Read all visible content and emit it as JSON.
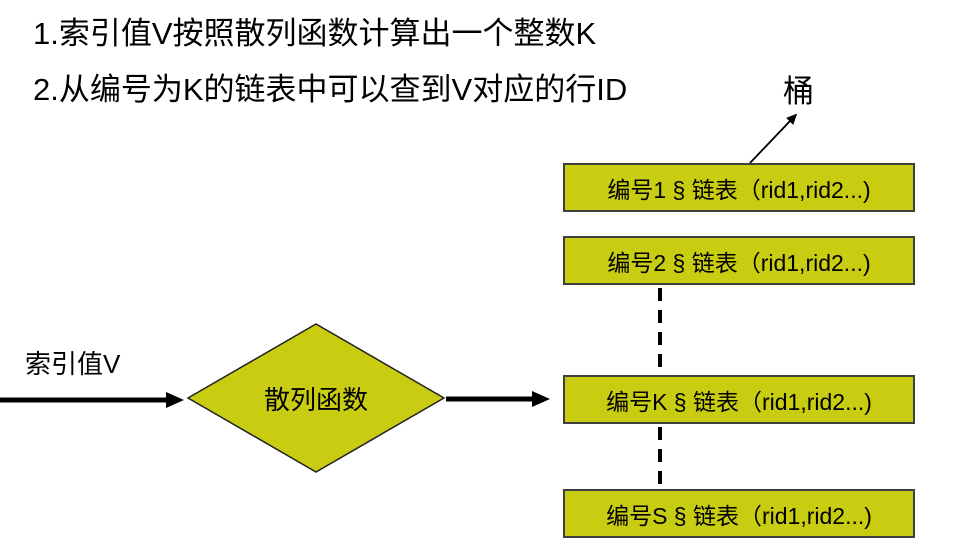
{
  "notes": {
    "line1": "1.索引值V按照散列函数计算出一个整数K",
    "line2": "2.从编号为K的链表中可以查到V对应的行ID"
  },
  "labels": {
    "bucket": "桶",
    "index_value": "索引值V",
    "hash_function": "散列函数"
  },
  "buckets": [
    {
      "label": "编号1 § 链表（rid1,rid2...)"
    },
    {
      "label": "编号2 § 链表（rid1,rid2...)"
    },
    {
      "label": "编号K § 链表（rid1,rid2...)"
    },
    {
      "label": "编号S § 链表（rid1,rid2...)"
    }
  ],
  "colors": {
    "shape_fill": "#c9cd11",
    "shape_border": "#3f3f3f",
    "background": "#ffffff",
    "text": "#000000"
  }
}
